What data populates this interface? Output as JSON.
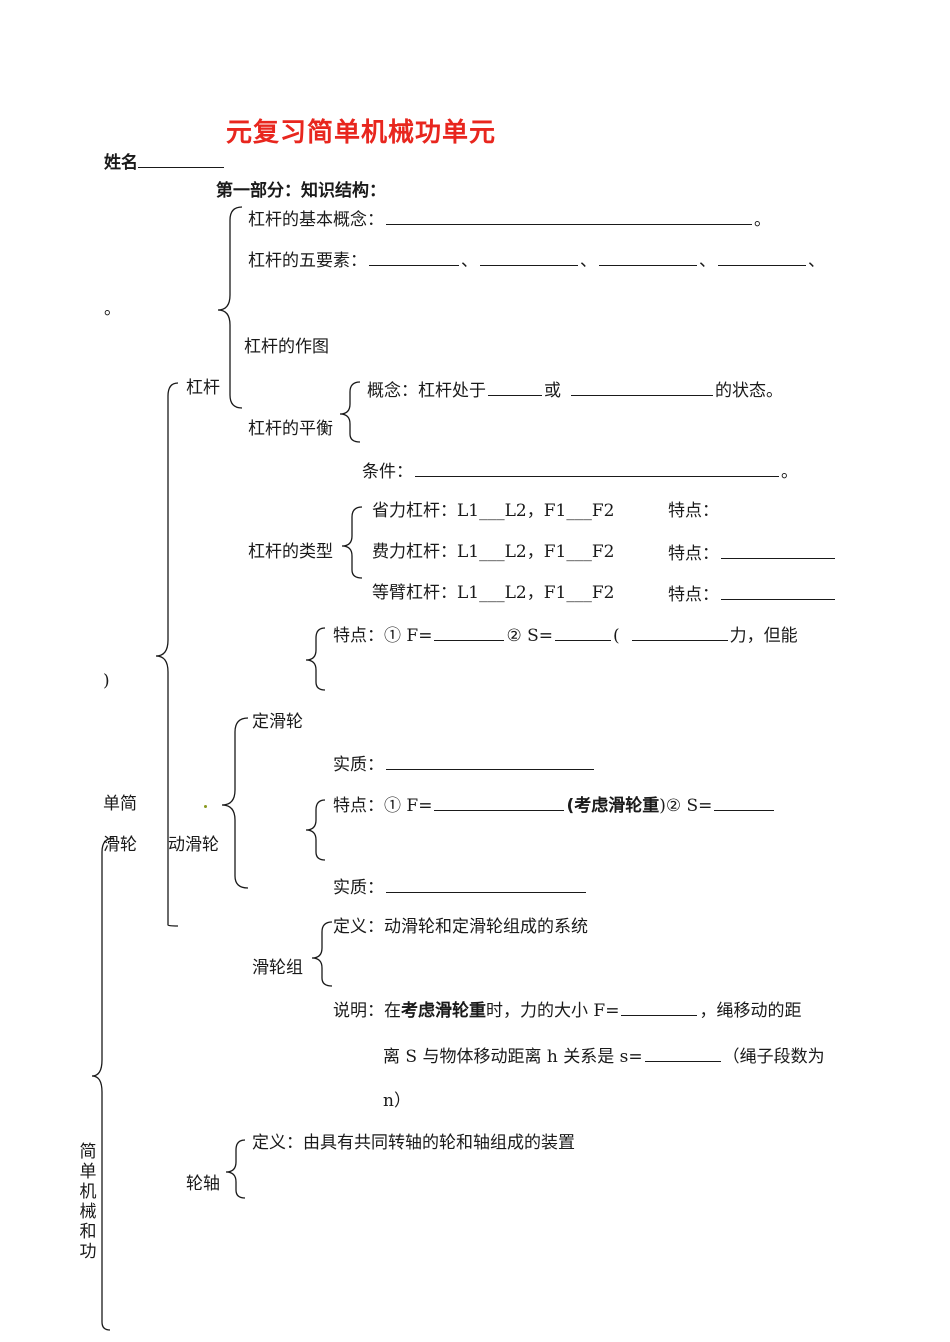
{
  "title": "元复习简单机械功单元",
  "name_label": "姓名",
  "section_heading": "第一部分：知识结构：",
  "lever": {
    "label": "杠杆",
    "basic_concept": "杠杆的基本概念：",
    "five_elements": "杠杆的五要素：",
    "sep": "、",
    "period": "。",
    "drawing": "杠杆的作图",
    "balance": "杠杆的平衡",
    "concept_prefix": "概念：杠杆处于",
    "concept_or": "或",
    "concept_suffix": "的状态。",
    "condition": "条件：",
    "types": "杠杆的类型",
    "type_rows": [
      {
        "name": "省力杠杆：",
        "relation": "L1___L2，F1___F2",
        "feature": "特点："
      },
      {
        "name": "费力杠杆：",
        "relation": "L1___L2，F1___F2",
        "feature": "特点："
      },
      {
        "name": "等臂杠杆：",
        "relation": "L1___L2，F1___F2",
        "feature": "特点："
      }
    ]
  },
  "fixed_pulley": {
    "features_prefix": "特点：①  F=",
    "features_mid": "②  S=",
    "features_paren": "(",
    "features_suffix": "力，但能",
    "label": "定滑轮",
    "essence": "实质："
  },
  "stray_mark": ")",
  "movable_pulley": {
    "label": "动滑轮",
    "features_prefix": "特点：①  F=",
    "features_bold": "(考虑滑轮重",
    "features_mid": ")②  S=",
    "essence": "实质："
  },
  "simple_machine_label_a": "单简",
  "simple_machine_label_b": "滑轮",
  "pulley_block": {
    "label": "滑轮组",
    "definition": "定义：动滑轮和定滑轮组成的系统",
    "note_prefix": "说明：在",
    "note_bold": "考虑滑轮重",
    "note_mid": "时，力的大小 F=",
    "note_suffix": "，绳移动的距",
    "note_line2_prefix": "离 S 与物体移动距离 h 关系是 s=",
    "note_line2_suffix": "（绳子段数为",
    "note_line3": "n）"
  },
  "wheel_axle": {
    "label": "轮轴",
    "definition": "定义：由具有共同转轴的轮和轴组成的装置"
  },
  "vertical_label": [
    "简",
    "单",
    "机",
    "械",
    "和",
    "功"
  ]
}
